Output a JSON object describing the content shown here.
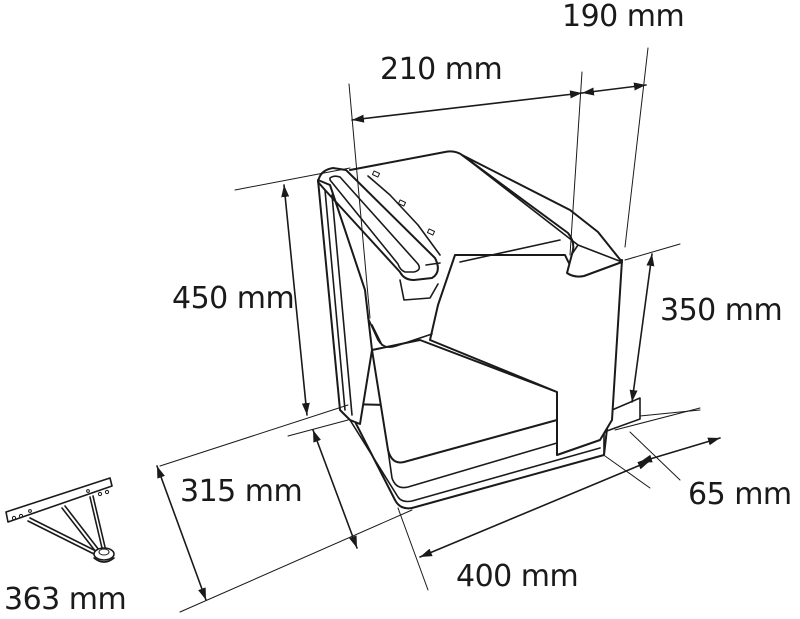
{
  "figure": {
    "subject": "pull-out bin cabinet with bracket",
    "line_color": "#1a1a1a",
    "background": "#ffffff"
  },
  "dimensions": {
    "top_depth_front": "210 mm",
    "top_depth_rear": "190 mm",
    "total_height": "450 mm",
    "rear_height": "350 mm",
    "base_depth": "315 mm",
    "bracket_width": "363 mm",
    "base_width": "400 mm",
    "rear_offset": "65 mm"
  }
}
